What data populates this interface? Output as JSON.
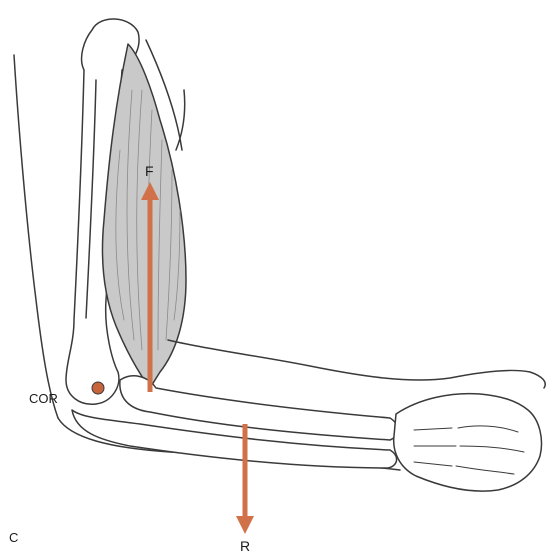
{
  "labels": {
    "force": "F",
    "center_of_rotation": "COR",
    "resistance": "R",
    "panel": "C"
  },
  "colors": {
    "arrow": "#d0714a",
    "cor_dot": "#c8643c",
    "outline": "#3a3a3a",
    "muscle_fill": "#c9c9c9",
    "background": "#ffffff"
  },
  "icons": {
    "force_arrow": "arrow-up-icon",
    "resistance_arrow": "arrow-down-icon",
    "cor_marker": "circle-dot-icon"
  }
}
